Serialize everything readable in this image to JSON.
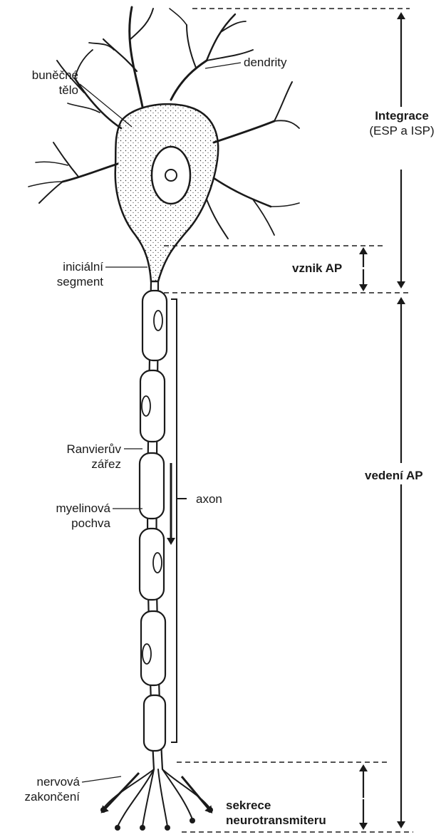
{
  "labels": {
    "cell_body_1": "buněčné",
    "cell_body_2": "tělo",
    "dendrites": "dendrity",
    "initial_segment_1": "iniciální",
    "initial_segment_2": "segment",
    "ranvier_1": "Ranvierův",
    "ranvier_2": "zářez",
    "axon": "axon",
    "myelin_1": "myelinová",
    "myelin_2": "pochva",
    "terminals_1": "nervová",
    "terminals_2": "zakončení"
  },
  "phases": {
    "integration_title": "Integrace",
    "integration_sub": "(ESP a ISP)",
    "ap_origin": "vznik AP",
    "ap_conduction": "vedení AP",
    "secretion_1": "sekrece",
    "secretion_2": "neurotransmiteru"
  }
}
